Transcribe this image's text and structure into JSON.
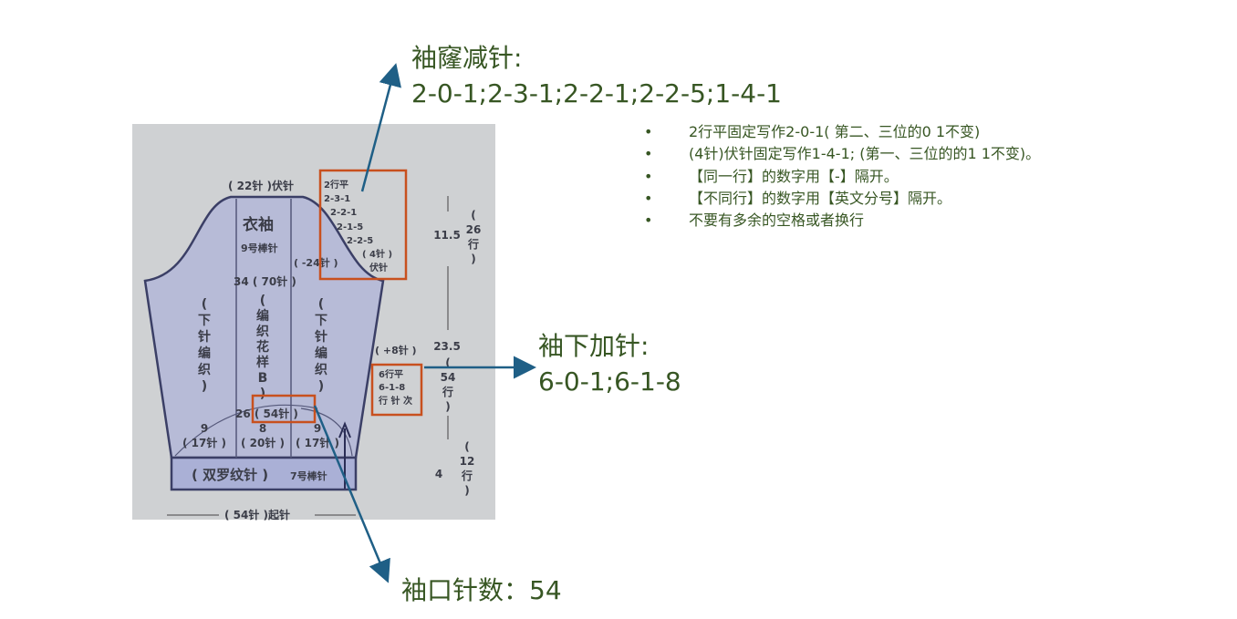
{
  "colors": {
    "annotation_text": "#375623",
    "arrow": "#1f5f86",
    "highlight_box": "#c8501e",
    "sleeve_fill": "#b7bbd7",
    "photo_bg": "#cfd1d3"
  },
  "annotations": {
    "armhole_title": "袖窿减针:",
    "armhole_value": "2-0-1;2-3-1;2-2-1;2-2-5;1-4-1",
    "underarm_title": "袖下加针:",
    "underarm_value": "6-0-1;6-1-8",
    "cuff": "袖口针数：54"
  },
  "notes": [
    "2行平固定写作2-0-1( 第二、三位的0 1不变)",
    "(4针)伏针固定写作1-4-1;  (第一、三位的的1 1不变)。",
    " 【同一行】的数字用【-】隔开。",
    " 【不同行】的数字用【英文分号】隔开。",
    "不要有多余的空格或者换行"
  ],
  "bullet": "•",
  "diagram": {
    "top_bind_off": "( 22针 )伏针",
    "title": "衣袖",
    "needle_top": "9号棒针",
    "cap_decrease": "( -24针 )",
    "cap_rows": [
      "2行平",
      "2-3-1",
      "2-2-1",
      "2-1-5",
      "2-2-5",
      "( 4针 )",
      "伏针"
    ],
    "width_upper": "34 ( 70针 )",
    "left_panel": [
      "(",
      "下",
      "针",
      "编",
      "织",
      ")"
    ],
    "center_panel": [
      "(",
      "编",
      "织",
      "花",
      "样",
      "B",
      ")"
    ],
    "right_panel": [
      "(",
      "下",
      "针",
      "编",
      "织",
      ")"
    ],
    "increase": "( +8针 )",
    "inc_rows": [
      "6行平",
      "6-1-8",
      "行 针 次"
    ],
    "width_lower": "26 ( 54针 )",
    "sections": [
      {
        "cm": "9",
        "st": "( 17针 )"
      },
      {
        "cm": "8",
        "st": "( 20针 )"
      },
      {
        "cm": "9",
        "st": "( 17针 )"
      }
    ],
    "rib": "( 双罗纹针 )",
    "needle_rib": "7号棒针",
    "cast_on": "( 54针 )起针",
    "h_cap": "11.5",
    "h_cap_rows": [
      "(",
      "26",
      "行",
      ")"
    ],
    "h_body": "23.5",
    "h_body_rows": [
      "(",
      "54",
      "行",
      ")"
    ],
    "h_rib": "4",
    "h_rib_rows": [
      "(",
      "12",
      "行",
      ")"
    ]
  }
}
